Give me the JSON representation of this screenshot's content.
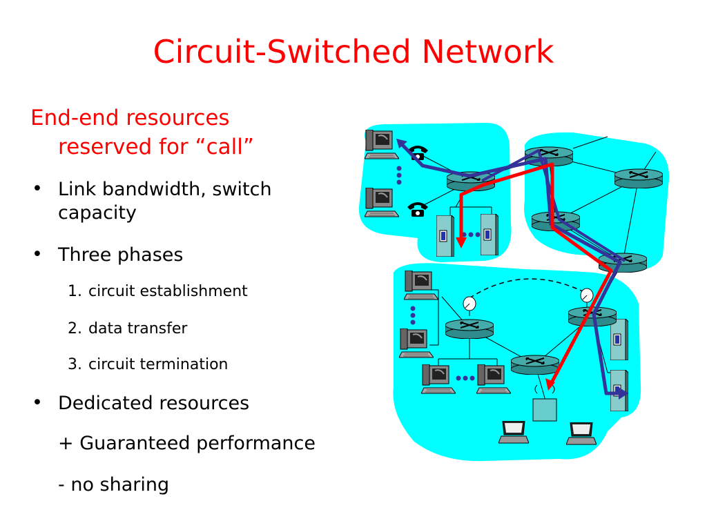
{
  "slide": {
    "title": "Circuit-Switched Network",
    "lead_line1": "End-end resources",
    "lead_line2": "reserved for “call”",
    "bullets": [
      {
        "mark": "•",
        "line1": "Link bandwidth,  switch",
        "line2": "capacity"
      },
      {
        "mark": "•",
        "line1": "Three phases"
      },
      {
        "mark": "•",
        "line1": "Dedicated resources"
      }
    ],
    "phases": [
      {
        "num": "1.",
        "text": "circuit establishment"
      },
      {
        "num": "2.",
        "text": "data transfer"
      },
      {
        "num": "3.",
        "text": "circuit termination"
      }
    ],
    "notes": [
      "+ Guaranteed performance",
      "- no sharing"
    ]
  },
  "diagram": {
    "colors": {
      "cloud": "#00ffff",
      "circuit_red": "#ff0000",
      "circuit_blue": "#333399",
      "switch": "#339999",
      "server": "#88cccc"
    },
    "icons": [
      "switch-icon",
      "phone-icon",
      "computer-icon",
      "server-icon",
      "laptop-icon",
      "antenna-icon",
      "access-point-icon"
    ]
  }
}
